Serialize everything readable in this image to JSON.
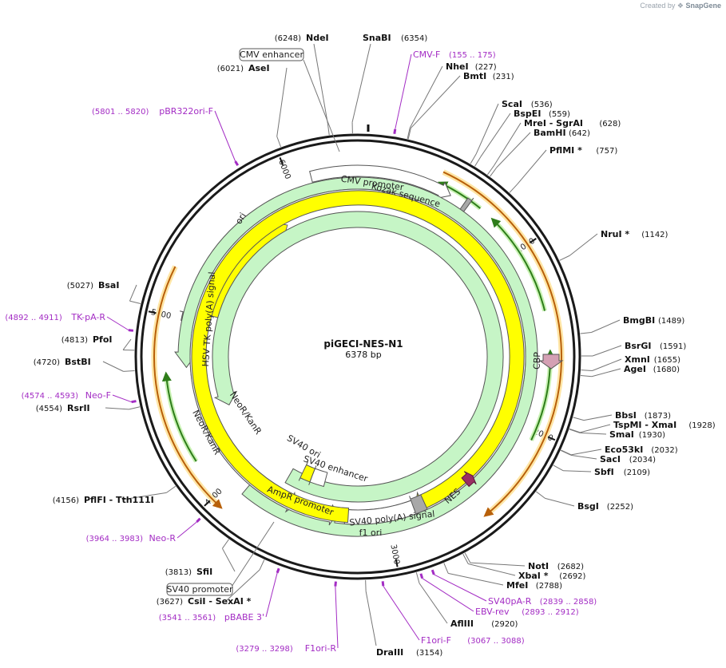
{
  "credit": {
    "prefix": "Created by",
    "brand": "SnapGene"
  },
  "plasmid": {
    "name": "piGECI-NES-N1",
    "length_label": "6378 bp",
    "length": 6378
  },
  "ticks": [
    {
      "bp": 1000,
      "label": "1000"
    },
    {
      "bp": 2000,
      "label": "2000"
    },
    {
      "bp": 3000,
      "label": "3000"
    },
    {
      "bp": 4000,
      "label": "4000"
    },
    {
      "bp": 5000,
      "label": "5000"
    },
    {
      "bp": 6000,
      "label": "6000"
    }
  ],
  "sites": [
    {
      "name": "SnaBI",
      "pos": "(6354)",
      "bp": 6354
    },
    {
      "name": "NdeI",
      "pos": "(6248)",
      "bp": 6248
    },
    {
      "name": "AseI",
      "pos": "(6021)",
      "bp": 6021
    },
    {
      "name": "NheI",
      "pos": "(227)",
      "bp": 227
    },
    {
      "name": "BmtI",
      "pos": "(231)",
      "bp": 231
    },
    {
      "name": "ScaI",
      "pos": "(536)",
      "bp": 536
    },
    {
      "name": "BspEI",
      "pos": "(559)",
      "bp": 559
    },
    {
      "name": "MreI - SgrAI",
      "pos": "(628)",
      "bp": 628
    },
    {
      "name": "BamHI",
      "pos": "(642)",
      "bp": 642
    },
    {
      "name": "PflMI *",
      "pos": "(757)",
      "bp": 757
    },
    {
      "name": "NruI *",
      "pos": "(1142)",
      "bp": 1142
    },
    {
      "name": "BmgBI",
      "pos": "(1489)",
      "bp": 1489
    },
    {
      "name": "BsrGI",
      "pos": "(1591)",
      "bp": 1591
    },
    {
      "name": "XmnI",
      "pos": "(1655)",
      "bp": 1655
    },
    {
      "name": "AgeI",
      "pos": "(1680)",
      "bp": 1680
    },
    {
      "name": "BbsI",
      "pos": "(1873)",
      "bp": 1873
    },
    {
      "name": "TspMI - XmaI",
      "pos": "(1928)",
      "bp": 1928
    },
    {
      "name": "SmaI",
      "pos": "(1930)",
      "bp": 1930
    },
    {
      "name": "Eco53kI",
      "pos": "(2032)",
      "bp": 2032
    },
    {
      "name": "SacI",
      "pos": "(2034)",
      "bp": 2034
    },
    {
      "name": "SbfI",
      "pos": "(2109)",
      "bp": 2109
    },
    {
      "name": "BsgI",
      "pos": "(2252)",
      "bp": 2252
    },
    {
      "name": "NotI",
      "pos": "(2682)",
      "bp": 2682
    },
    {
      "name": "XbaI *",
      "pos": "(2692)",
      "bp": 2692
    },
    {
      "name": "MfeI",
      "pos": "(2788)",
      "bp": 2788
    },
    {
      "name": "AflIII",
      "pos": "(2920)",
      "bp": 2920
    },
    {
      "name": "DraIII",
      "pos": "(3154)",
      "bp": 3154
    },
    {
      "name": "CsiI - SexAI *",
      "pos": "(3627)",
      "bp": 3627
    },
    {
      "name": "SfiI",
      "pos": "(3813)",
      "bp": 3813
    },
    {
      "name": "PflFI - Tth111I",
      "pos": "(4156)",
      "bp": 4156
    },
    {
      "name": "RsrII",
      "pos": "(4554)",
      "bp": 4554
    },
    {
      "name": "BstBI",
      "pos": "(4720)",
      "bp": 4720
    },
    {
      "name": "PfoI",
      "pos": "(4813)",
      "bp": 4813
    },
    {
      "name": "BsaI",
      "pos": "(5027)",
      "bp": 5027
    }
  ],
  "primers": [
    {
      "name": "CMV-F",
      "range": "(155 .. 175)",
      "bp": 165
    },
    {
      "name": "pBR322ori-F",
      "range": "(5801 .. 5820)",
      "bp": 5810
    },
    {
      "name": "TK-pA-R",
      "range": "(4892 .. 4911)",
      "bp": 4901
    },
    {
      "name": "Neo-F",
      "range": "(4574 .. 4593)",
      "bp": 4583
    },
    {
      "name": "Neo-R",
      "range": "(3964 .. 3983)",
      "bp": 3973
    },
    {
      "name": "pBABE 3'",
      "range": "(3541 .. 3561)",
      "bp": 3551
    },
    {
      "name": "F1ori-R",
      "range": "(3279 .. 3298)",
      "bp": 3288
    },
    {
      "name": "F1ori-F",
      "range": "(3067 .. 3088)",
      "bp": 3077
    },
    {
      "name": "EBV-rev",
      "range": "(2893 .. 2912)",
      "bp": 2902
    },
    {
      "name": "SV40pA-R",
      "range": "(2839 .. 2858)",
      "bp": 2848
    }
  ],
  "boxed_labels": [
    {
      "name": "CMV enhancer"
    },
    {
      "name": "SV40 promoter"
    }
  ],
  "features": [
    {
      "name": "CMV promoter",
      "start": 6300,
      "end": 580,
      "color": "#ffffff"
    },
    {
      "name": "Kozak sequence",
      "start": 638,
      "end": 655,
      "color": "#a8a8a8"
    },
    {
      "name": "ori",
      "start": 5220,
      "end": 5820,
      "color": "#ffff00"
    },
    {
      "name": "HSV TK poly(A) signal",
      "start": 4880,
      "end": 4930,
      "color": "#a8a8a8"
    },
    {
      "name": "NeoR/KanR",
      "start": 4600,
      "end": 3800,
      "color": "#c6f5c6"
    },
    {
      "name": "SV40 ori",
      "start": 3690,
      "end": 3600,
      "color": "#ffff00"
    },
    {
      "name": "SV40 enhancer",
      "start": 3700,
      "end": 3520,
      "color": "#ffffff"
    },
    {
      "name": "AmpR promoter",
      "start": 3480,
      "end": 3350,
      "color": "#ffffff"
    },
    {
      "name": "f1 ori",
      "start": 3060,
      "end": 2630,
      "color": "#ffff00"
    },
    {
      "name": "SV40 poly(A) signal",
      "start": 2830,
      "end": 2700,
      "color": "#a8a8a8"
    },
    {
      "name": "NES",
      "start": 2430,
      "end": 2470,
      "color": "#9b2d63"
    },
    {
      "name": "CBP",
      "start": 1600,
      "end": 1680,
      "color": "#d4a0b4"
    }
  ]
}
